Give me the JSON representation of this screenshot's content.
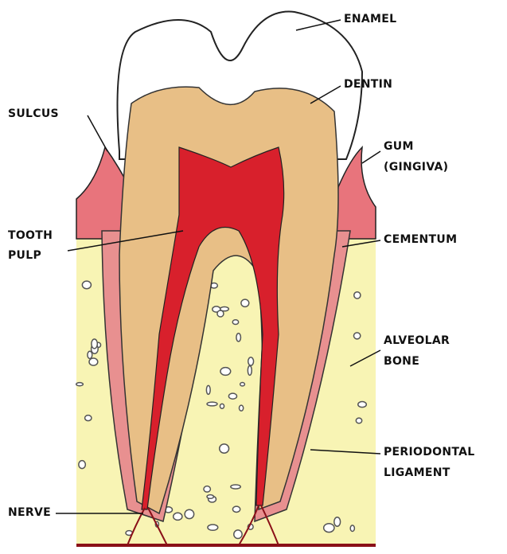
{
  "labels": {
    "enamel": "ENAMEL",
    "dentin": "DENTIN",
    "sulcus": "SULCUS",
    "gum": "GUM",
    "gingiva": "(GINGIVA)",
    "tooth": "TOOTH",
    "pulp": "PULP",
    "cementum": "CEMENTUM",
    "alveolar": "ALVEOLAR",
    "bone": "BONE",
    "periodontal": "PERIODONTAL",
    "ligament": "LIGAMENT",
    "nerve": "NERVE"
  },
  "colors": {
    "bone": "#f8f4b4",
    "gum": "#e8747c",
    "ligament": "#e89090",
    "dentin": "#e8bf86",
    "pulp": "#d8202c",
    "enamel": "#ffffff",
    "nerve": "#8a1018"
  }
}
